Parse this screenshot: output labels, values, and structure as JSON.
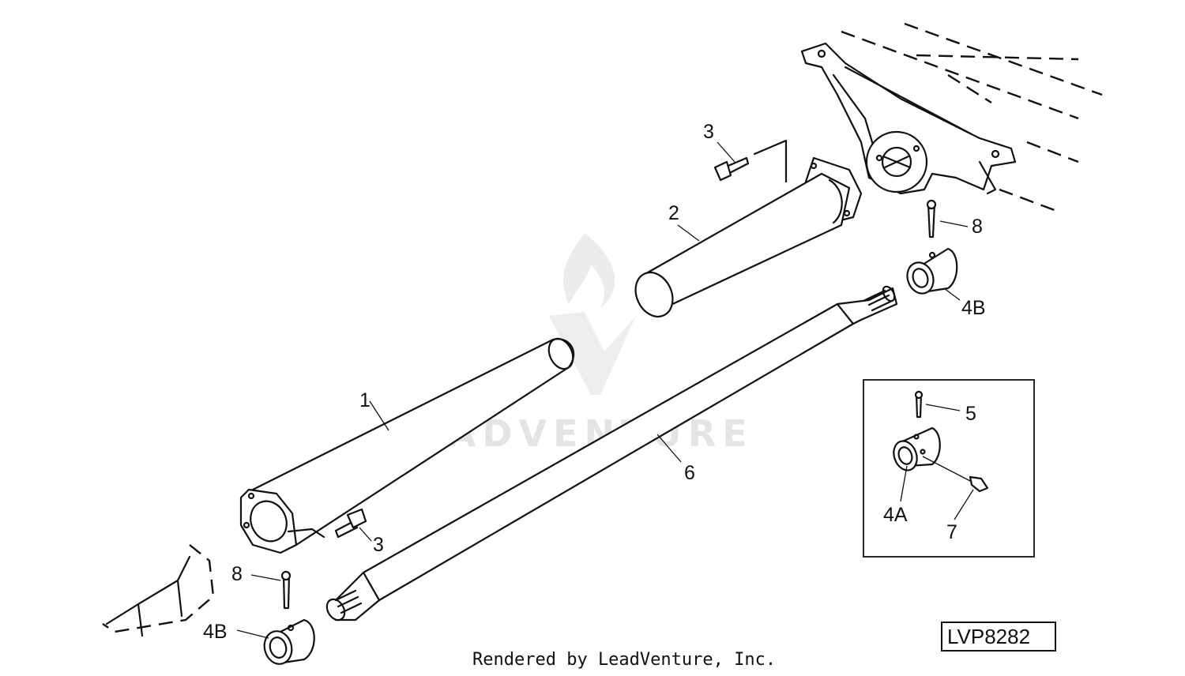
{
  "watermark": "LEADVENTURE",
  "callouts": {
    "c1": "1",
    "c2": "2",
    "c3a": "3",
    "c3b": "3",
    "c4a": "4A",
    "c4b_top": "4B",
    "c4b_bottom": "4B",
    "c5": "5",
    "c6": "6",
    "c7": "7",
    "c8_top": "8",
    "c8_bottom": "8"
  },
  "diagram_code": "LVP8282",
  "footer": "Rendered by LeadVenture, Inc."
}
